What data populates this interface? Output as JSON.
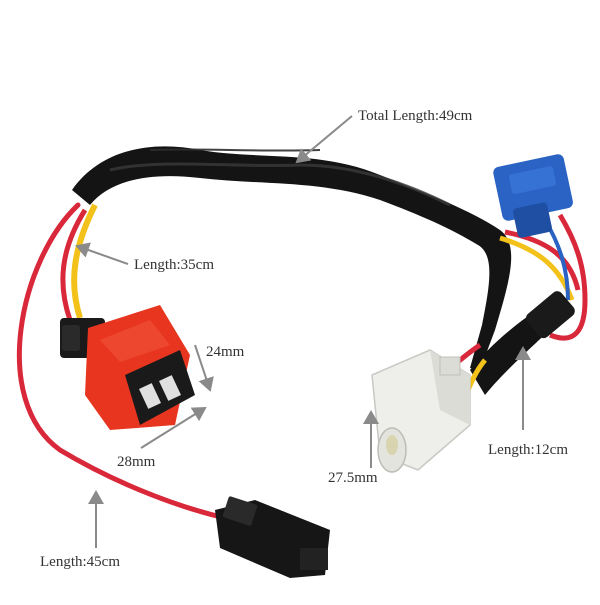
{
  "annotations": {
    "total_length": "Total Length:49cm",
    "length_35": "Length:35cm",
    "dim_24": "24mm",
    "dim_28": "28mm",
    "dim_27_5": "27.5mm",
    "length_12": "Length:12cm",
    "length_45": "Length:45cm"
  },
  "colors": {
    "wire_red": "#d8283a",
    "wire_yellow": "#f2c21a",
    "sleeve_black": "#141414",
    "connector_red": "#e8351f",
    "connector_blue": "#2a63c4",
    "connector_white": "#eeeeea",
    "arrow_gray": "#8a8a8a"
  }
}
